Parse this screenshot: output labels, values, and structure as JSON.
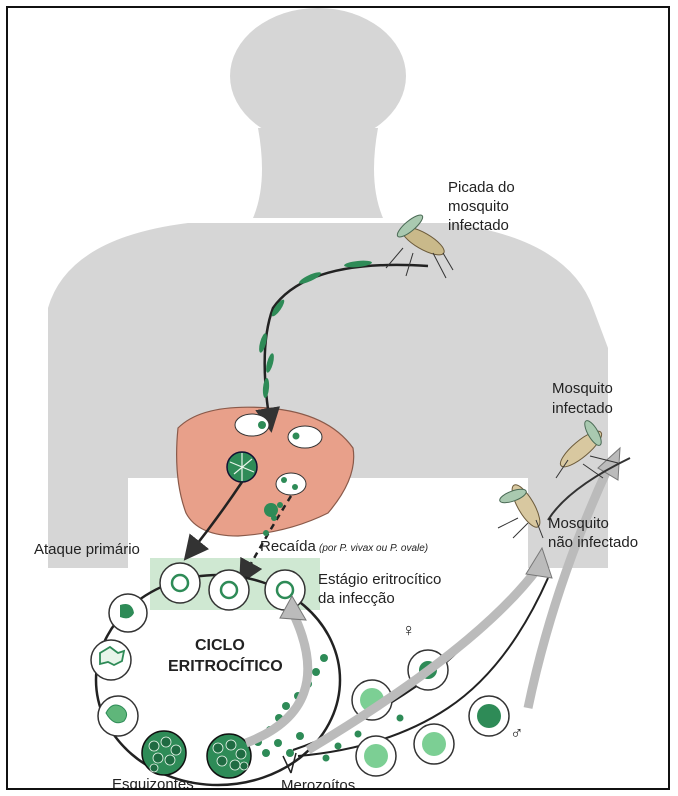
{
  "colors": {
    "silhouette": "#d6d6d6",
    "liver": "#e8a08a",
    "green_band": "#cfe8d2",
    "parasite": "#2e8b57",
    "parasite_light": "#7ccf94",
    "arrow": "#333333"
  },
  "labels": {
    "bite": [
      "Picada do",
      "mosquito",
      "infectado"
    ],
    "infected_mosquito": [
      "Mosquito",
      "infectado"
    ],
    "uninfected_mosquito": [
      "Mosquito",
      "não infectado"
    ],
    "primary_attack": "Ataque primário",
    "relapse": "Recaída",
    "relapse_note": "(por P. vivax ou P. ovale)",
    "erythro_stage": [
      "Estágio eritrocítico",
      "da infecção"
    ],
    "cycle": [
      "CICLO",
      "ERITROCÍTICO"
    ],
    "schizonts": "Esquizontes",
    "merozoites": "Merozoítos",
    "female_symbol": "♀",
    "male_symbol": "♂"
  }
}
